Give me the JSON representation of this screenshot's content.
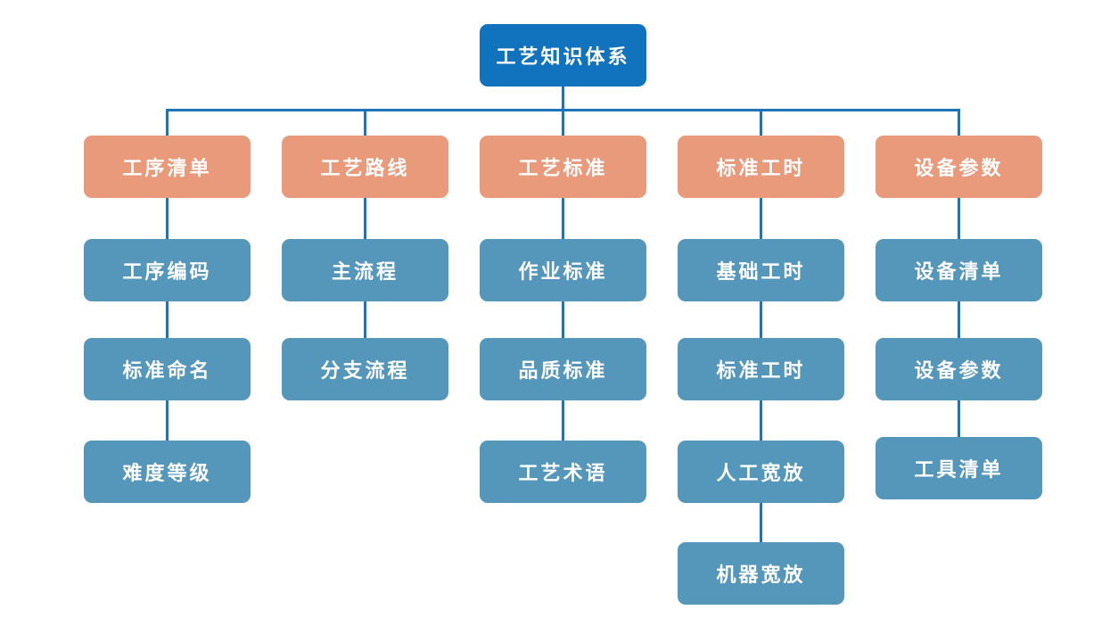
{
  "diagram": {
    "title": "工艺知识体系",
    "root": {
      "label": "工艺知识体系"
    },
    "branches": [
      {
        "label": "工序清单",
        "children": [
          {
            "label": "工序编码"
          },
          {
            "label": "标准命名"
          },
          {
            "label": "难度等级"
          }
        ]
      },
      {
        "label": "工艺路线",
        "children": [
          {
            "label": "主流程"
          },
          {
            "label": "分支流程"
          }
        ]
      },
      {
        "label": "工艺标准",
        "children": [
          {
            "label": "作业标准"
          },
          {
            "label": "品质标准"
          },
          {
            "label": "工艺术语"
          }
        ]
      },
      {
        "label": "标准工时",
        "children": [
          {
            "label": "基础工时"
          },
          {
            "label": "标准工时"
          },
          {
            "label": "人工宽放"
          },
          {
            "label": "机器宽放"
          }
        ]
      },
      {
        "label": "设备参数",
        "children": [
          {
            "label": "设备清单"
          },
          {
            "label": "设备参数"
          },
          {
            "label": "工具清单"
          }
        ]
      }
    ]
  },
  "colors": {
    "root_box": "#1173bd",
    "branch_box": "#e89a7a",
    "child_box": "#5596bb",
    "connector": "#1e74b8",
    "text": "#ffffff",
    "background": "#ffffff"
  }
}
